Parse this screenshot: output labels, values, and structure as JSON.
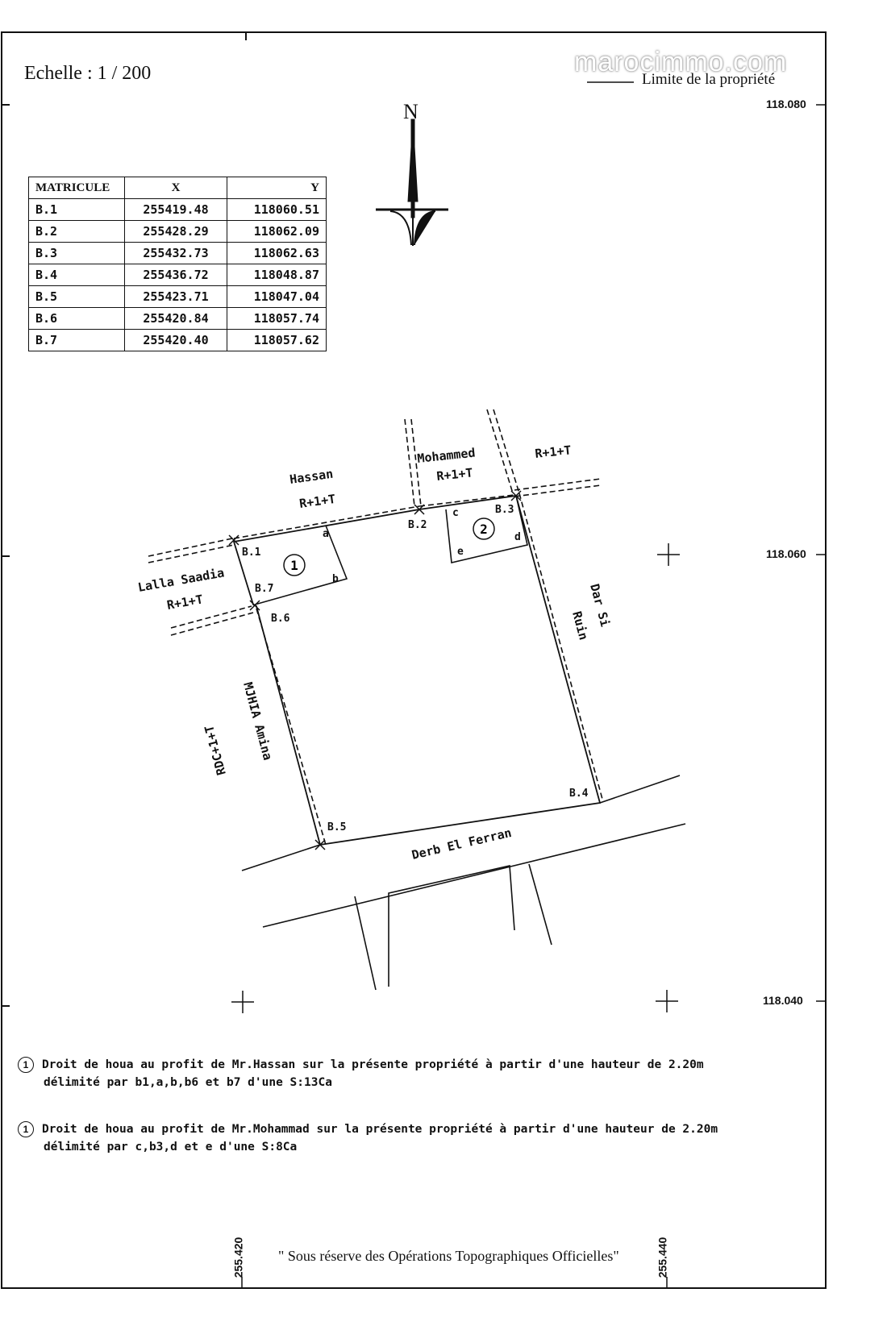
{
  "scale": "Echelle  : 1 / 200",
  "watermark": "marocimmo.com",
  "legend": {
    "label": "Limite de la propriété"
  },
  "north": "N",
  "grid": {
    "y_top": "118.080",
    "y_mid": "118.060",
    "y_bottom": "118.040",
    "x_left": "255.420",
    "x_right": "255.440"
  },
  "table": {
    "headers": [
      "MATRICULE",
      "X",
      "Y"
    ],
    "rows": [
      [
        "B.1",
        "255419.48",
        "118060.51"
      ],
      [
        "B.2",
        "255428.29",
        "118062.09"
      ],
      [
        "B.3",
        "255432.73",
        "118062.63"
      ],
      [
        "B.4",
        "255436.72",
        "118048.87"
      ],
      [
        "B.5",
        "255423.71",
        "118047.04"
      ],
      [
        "B.6",
        "255420.84",
        "118057.74"
      ],
      [
        "B.7",
        "255420.40",
        "118057.62"
      ]
    ]
  },
  "map": {
    "points": {
      "b1": "B.1",
      "b2": "B.2",
      "b3": "B.3",
      "b4": "B.4",
      "b5": "B.5",
      "b6": "B.6",
      "b7": "B.7"
    },
    "small": {
      "a": "a",
      "b": "b",
      "c": "c",
      "d": "d",
      "e": "e"
    },
    "zones": {
      "one": "1",
      "two": "2"
    },
    "neighbors": {
      "hassan": "Hassan",
      "hassan_h": "R+1+T",
      "mohammed": "Mohammed",
      "mohammed_h": "R+1+T",
      "east_h": "R+1+T",
      "lalla": "Lalla Saadia",
      "lalla_h": "R+1+T",
      "dar_si": "Dar Si",
      "ruin": "Ruin",
      "amina": "MJHIA Amina",
      "amina_h": "RDC+1+T",
      "street": "Derb El Ferran"
    }
  },
  "notes": [
    {
      "num": "1",
      "line1": "Droit de houa au profit de Mr.Hassan sur la présente propriété à partir d'une hauteur de 2.20m",
      "line2": "délimité par b1,a,b,b6 et b7 d'une S:13Ca"
    },
    {
      "num": "1",
      "line1": "Droit de houa au profit de Mr.Mohammad sur la présente propriété à partir d'une hauteur de 2.20m",
      "line2": "délimité par c,b3,d et e d'une S:8Ca"
    }
  ],
  "footer": "\" Sous réserve des Opérations Topographiques  Officielles\""
}
